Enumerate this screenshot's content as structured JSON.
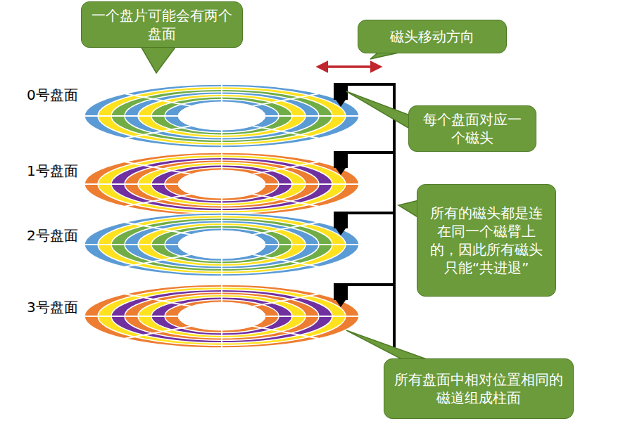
{
  "diagram": {
    "nodes": [
      {
        "text": [
          "一个盘片可能会有两个盘面"
        ]
      },
      {
        "text": [
          "磁头移动方向"
        ]
      },
      {
        "text": [
          "每个盘面对应一个磁头"
        ]
      },
      {
        "text": [
          "所有的磁头都是连在同一个磁臂上的，因此所有磁头只能“共进退”"
        ]
      },
      {
        "text": [
          "所有盘面中相对位置相同的磁道组成柱面"
        ]
      }
    ],
    "labels": [
      "0号盘面",
      "1号盘面",
      "2号盘面",
      "3号盘面"
    ]
  }
}
